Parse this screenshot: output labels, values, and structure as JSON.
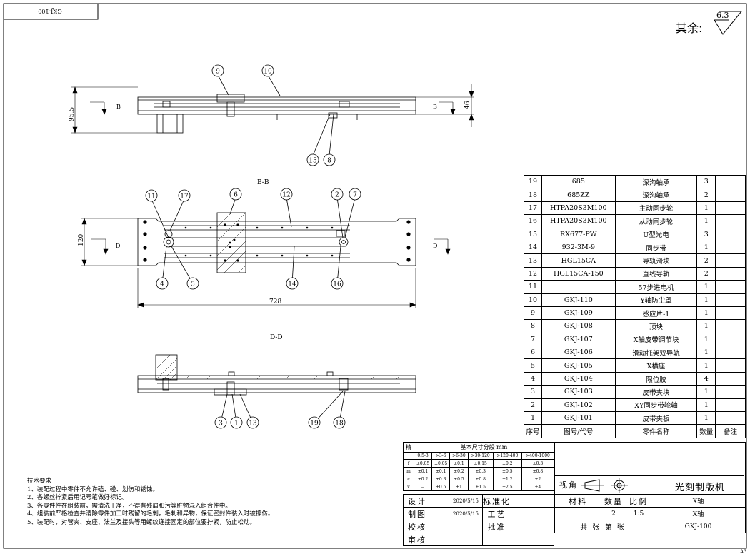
{
  "drawing": {
    "code_mirrored": "GKJ-100",
    "roughness_label": "其余:",
    "roughness_value": "6.3",
    "sheet_size": "A3"
  },
  "views": {
    "top_section_label": "B",
    "section_bb": "B-B",
    "section_dd": "D-D",
    "section_d": "D",
    "dims": {
      "height_top": "95.5",
      "height_right": "46",
      "width_mid": "120",
      "length": "728"
    }
  },
  "balloons": [
    "9",
    "10",
    "15",
    "8",
    "11",
    "17",
    "6",
    "12",
    "2",
    "7",
    "4",
    "5",
    "14",
    "16",
    "3",
    "1",
    "13",
    "19",
    "18"
  ],
  "bom": {
    "header": {
      "no": "序号",
      "code": "图号/代号",
      "name": "零件名称",
      "qty": "数量",
      "note": "备注"
    },
    "rows": [
      {
        "no": "19",
        "code": "685",
        "name": "深沟轴承",
        "qty": "3"
      },
      {
        "no": "18",
        "code": "685ZZ",
        "name": "深沟轴承",
        "qty": "2"
      },
      {
        "no": "17",
        "code": "HTPA20S3M100",
        "name": "主动同步轮",
        "qty": "1"
      },
      {
        "no": "16",
        "code": "HTPA20S3M100",
        "name": "从动同步轮",
        "qty": "1"
      },
      {
        "no": "15",
        "code": "RX677-PW",
        "name": "U型光电",
        "qty": "3"
      },
      {
        "no": "14",
        "code": "932-3M-9",
        "name": "同步带",
        "qty": "1"
      },
      {
        "no": "13",
        "code": "HGL15CA",
        "name": "导轨滑块",
        "qty": "2"
      },
      {
        "no": "12",
        "code": "HGL15CA-150",
        "name": "直线导轨",
        "qty": "2"
      },
      {
        "no": "11",
        "code": "",
        "name": "57步进电机",
        "qty": "1"
      },
      {
        "no": "10",
        "code": "GKJ-110",
        "name": "Y轴防尘罩",
        "qty": "1"
      },
      {
        "no": "9",
        "code": "GKJ-109",
        "name": "感应片-1",
        "qty": "1"
      },
      {
        "no": "8",
        "code": "GKJ-108",
        "name": "顶块",
        "qty": "1"
      },
      {
        "no": "7",
        "code": "GKJ-107",
        "name": "X轴皮带调节块",
        "qty": "1"
      },
      {
        "no": "6",
        "code": "GKJ-106",
        "name": "滑动托架双导轨",
        "qty": "1"
      },
      {
        "no": "5",
        "code": "GKJ-105",
        "name": "X横座",
        "qty": "1"
      },
      {
        "no": "4",
        "code": "GKJ-104",
        "name": "限位胶",
        "qty": "4"
      },
      {
        "no": "3",
        "code": "GKJ-103",
        "name": "皮带夹块",
        "qty": "1"
      },
      {
        "no": "2",
        "code": "GKJ-102",
        "name": "XY同步带轮轴",
        "qty": "1"
      },
      {
        "no": "1",
        "code": "GKJ-101",
        "name": "皮带夹板",
        "qty": "1"
      }
    ]
  },
  "tolerance": {
    "title": "基本尺寸分段 mm",
    "corner": "精",
    "ranges": [
      "0.5-3",
      ">3-6",
      ">6-30",
      ">30-120",
      ">120-400",
      ">400-1000"
    ],
    "rows": [
      {
        "grade": "f",
        "vals": [
          "±0.05",
          "±0.05",
          "±0.1",
          "±0.15",
          "±0.2",
          "±0.3"
        ]
      },
      {
        "grade": "m",
        "vals": [
          "±0.1",
          "±0.1",
          "±0.2",
          "±0.3",
          "±0.5",
          "±0.8"
        ]
      },
      {
        "grade": "c",
        "vals": [
          "±0.2",
          "±0.3",
          "±0.5",
          "±0.8",
          "±1.2",
          "±2"
        ]
      },
      {
        "grade": "v",
        "vals": [
          "--",
          "±0.5",
          "±1",
          "±1.5",
          "±2.5",
          "±4"
        ]
      }
    ]
  },
  "title_block": {
    "design": "设计",
    "design_date": "2020/5/15",
    "standard": "标准化",
    "drawing": "制图",
    "drawing_date": "2020/5/15",
    "process": "工艺",
    "check": "校核",
    "approve": "批准",
    "review": "审核",
    "view_angle": "视角",
    "product": "光刻制版机",
    "material": "材料",
    "quantity": "数量",
    "scale_label": "比例",
    "qty_value": "2",
    "scale_value": "1:5",
    "part_name_1": "X轴",
    "part_name_2": "X轴",
    "total_sheets": "共  张   第  张",
    "code": "GKJ-100"
  },
  "notes": {
    "title": "技术要求",
    "items": [
      "1、装配过程中零件不允许磕、碰、划伤和锈蚀。",
      "2、各螺丝拧紧后用记号笔做好标记。",
      "3、各零件件在组装前，需清洗干净，不得有残屑和污等脏物混入组合件中。",
      "4、组装前严格检查并清除零件加工时残留的毛刺，毛刺和异物，保证密封件装入时被擦伤。",
      "5、装配时，对管夹、支座、法兰及接头等用螺纹连接固定的部位要拧紧，防止松动。"
    ]
  }
}
